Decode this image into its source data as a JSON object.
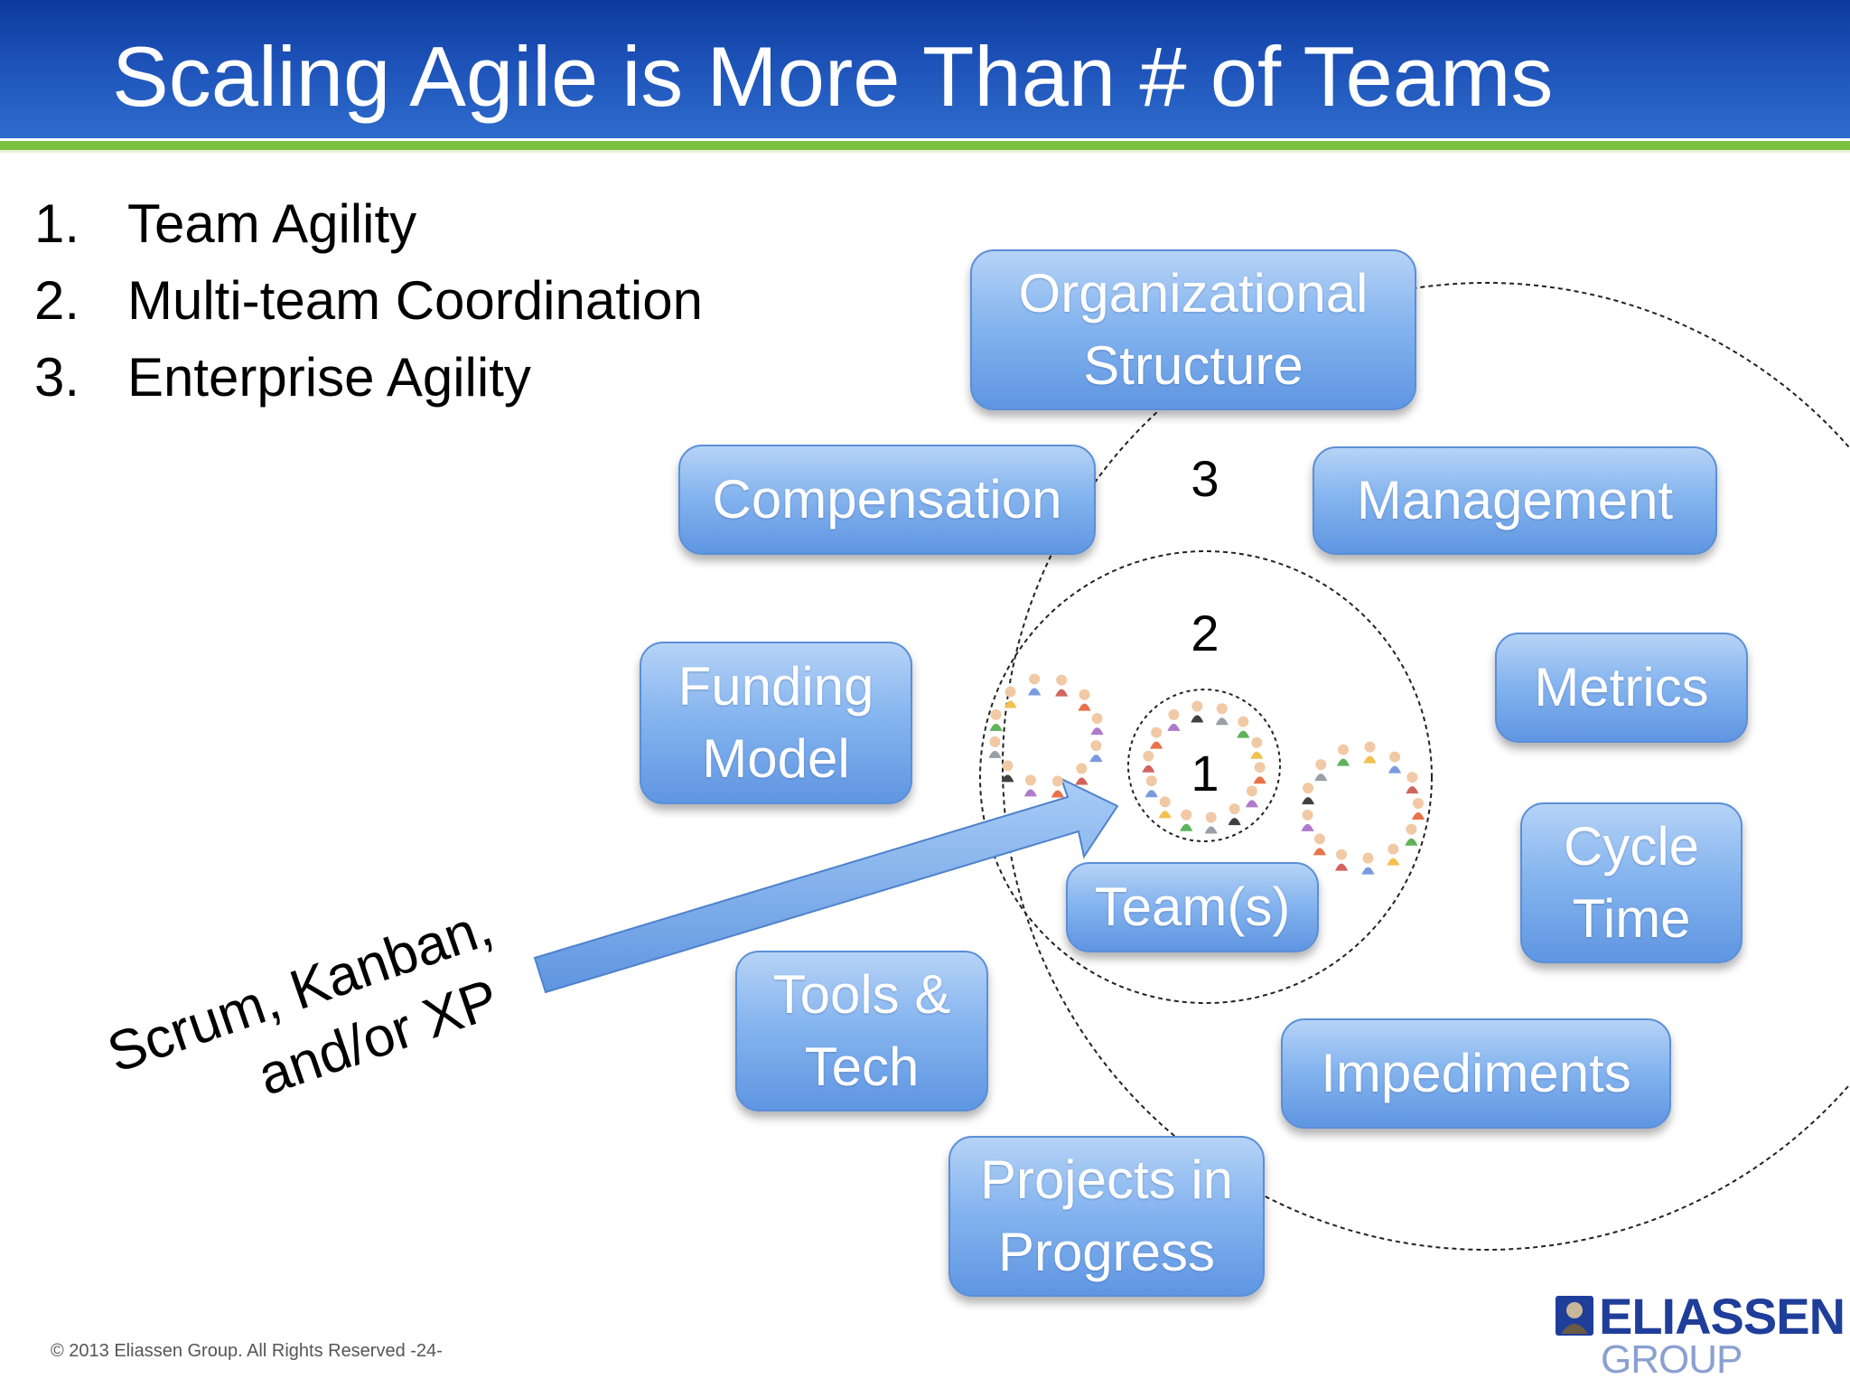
{
  "slide": {
    "title": "Scaling Agile is More Than # of Teams",
    "agenda": [
      {
        "number": "1.",
        "text": "Team Agility"
      },
      {
        "number": "2.",
        "text": "Multi-team Coordination"
      },
      {
        "number": "3.",
        "text": "Enterprise Agility"
      }
    ],
    "ring_labels": {
      "outer": "3",
      "middle": "2",
      "inner": "1"
    },
    "boxes": {
      "organizational_structure": "Organizational\nStructure",
      "compensation": "Compensation",
      "management": "Management",
      "funding_model": "Funding\nModel",
      "metrics": "Metrics",
      "cycle_time": "Cycle\nTime",
      "teams": "Team(s)",
      "tools_tech": "Tools &\nTech",
      "impediments": "Impediments",
      "projects_in_progress": "Projects in\nProgress"
    },
    "methods_callout": {
      "line1": "Scrum, Kanban,",
      "line2": "and/or XP"
    },
    "footer": "© 2013 Eliassen Group. All Rights Reserved -24-",
    "logo": {
      "word": "ELIASSEN",
      "sub": "GROUP"
    }
  },
  "colors": {
    "header": "#1d52b8",
    "accent_green": "#7cc242",
    "box_fill": "#86b5ef",
    "person_colors": [
      "#f2c14e",
      "#e8734a",
      "#9aa0a8",
      "#7a9ae0",
      "#b07acb",
      "#5fb35a",
      "#d0655f",
      "#404040"
    ]
  }
}
